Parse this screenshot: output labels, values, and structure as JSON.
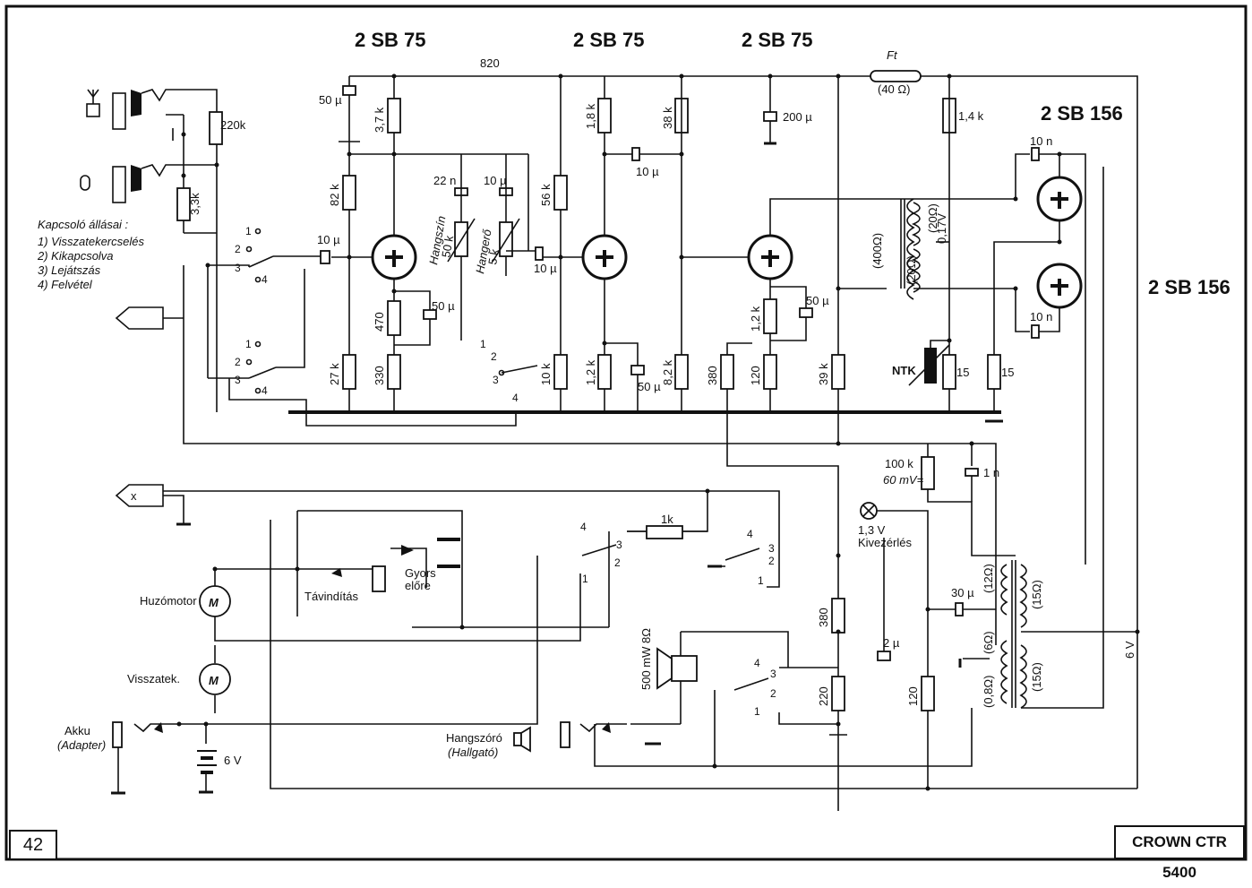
{
  "title": "CROWN CTR 5400",
  "page_number": "42",
  "tube_labels": {
    "t1": "2 SB 75",
    "t2": "2 SB 75",
    "t3": "2 SB 75",
    "t4": "2 SB 156",
    "t5": "2 SB 156"
  },
  "switch_legend": {
    "title": "Kapcsoló állásai :",
    "items": [
      "1) Visszatekercselés",
      "2) Kikapcsolva",
      "3) Lejátszás",
      "4) Felvétel"
    ]
  },
  "components": {
    "r820": "820",
    "r220k": "220k",
    "r33k": "3,3k",
    "c50u_a": "50 µ",
    "r37k": "3,7 k",
    "r82k": "82 k",
    "c10u_a": "10 µ",
    "r470": "470",
    "c50u_b": "50 µ",
    "r27k": "27 k",
    "r330": "330",
    "c22n": "22 n",
    "c10u_b": "10 µ",
    "hangszin": "Hangszín",
    "hangszin_val": "50 k",
    "hangero": "Hangerő",
    "hangero_val": "5 k",
    "c10u_c": "10 µ",
    "r18k": "1,8 k",
    "r38k": "38 k",
    "c10u_d": "10 µ",
    "r56k": "56 k",
    "r10k": "10 k",
    "r12k_a": "1,2 k",
    "c50u_c": "50 µ",
    "r82k_b": "8,2 k",
    "c200u": "200 µ",
    "fuse": "Ft",
    "fuse_val": "(40 Ω)",
    "r14k": "1,4 k",
    "c10n_a": "10 n",
    "c10n_b": "10 n",
    "r12k_b": "1,2 k",
    "c50u_d": "50 µ",
    "r380_a": "380",
    "r120_a": "120",
    "r39k": "39 k",
    "ntk": "NTK",
    "r15_a": "15",
    "r15_b": "15",
    "tr400": "(400Ω)",
    "tr20_a": "(20Ω)",
    "tr20_b": "(20Ω)",
    "v017": "0,17V",
    "r100k": "100 k",
    "mv60": "60 mV=",
    "c1n": "1 n",
    "lamp": "1,3 V",
    "kivezerles": "Kivezérlés",
    "r1k": "1k",
    "r380_b": "380",
    "r220": "220",
    "c2u": "2 µ",
    "r120_b": "120",
    "c30u": "30 µ",
    "ot12": "(12Ω)",
    "ot6": "(6Ω)",
    "ot08": "(0,8Ω)",
    "ot15_a": "(15Ω)",
    "ot15_b": "(15Ω)",
    "v6": "6 V",
    "spk": "500 mW 8Ω"
  },
  "labels": {
    "huzomotor": "Huzómotor",
    "visszatek": "Visszatek.",
    "motor": "M",
    "akku": "Akku",
    "adapter": "(Adapter)",
    "batt": "6 V",
    "tavinditas": "Távindítás",
    "gyors1": "Gyors",
    "gyors2": "előre",
    "hangszoro1": "Hangszóró",
    "hangszoro2": "(Hallgató)",
    "x": "x"
  },
  "switch_numbers": [
    "1",
    "2",
    "3",
    "4"
  ]
}
